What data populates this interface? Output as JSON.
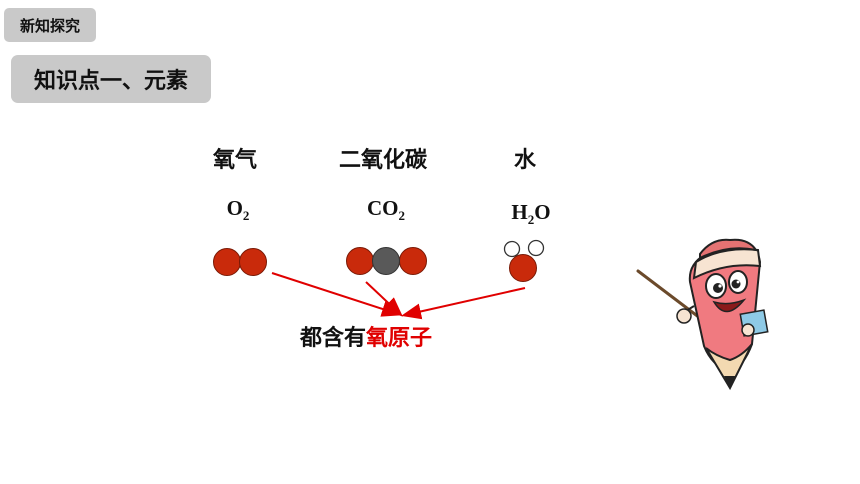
{
  "header": {
    "tag": "新知探究"
  },
  "section": {
    "title": "知识点一、元素"
  },
  "substances": [
    {
      "name": "氧气",
      "formula_main": "O",
      "formula_sub": "2",
      "formula_tail": "",
      "formula_lead": ""
    },
    {
      "name": "二氧化碳",
      "formula_lead": "CO",
      "formula_sub": "2",
      "formula_tail": "",
      "formula_main": ""
    },
    {
      "name": "水",
      "formula_lead": "H",
      "formula_sub": "2",
      "formula_tail": "O",
      "formula_main": ""
    }
  ],
  "conclusion": {
    "prefix": "都含有",
    "highlight": "氧原子"
  },
  "colors": {
    "oxygen_atom": "#c92a0b",
    "carbon_atom": "#595959",
    "hydrogen_atom": "#ffffff",
    "arrow": "#e00000",
    "highlight": "#e00000",
    "tag_bg": "#c9c9c9"
  },
  "illustration": {
    "icon": "pencil-teacher-mascot-icon"
  }
}
